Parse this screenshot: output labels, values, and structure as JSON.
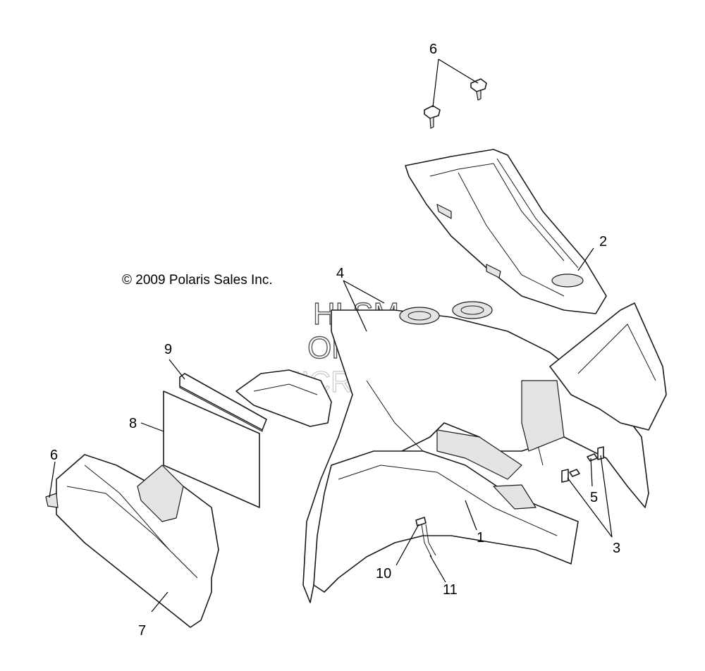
{
  "copyright": "© 2009 Polaris Sales Inc.",
  "watermark": {
    "line1": "HLSM",
    "line2": "ONLINE",
    "line3": "MICROFICHE"
  },
  "callouts": {
    "c1": "1",
    "c2": "2",
    "c3": "3",
    "c4": "4",
    "c5": "5",
    "c6_top": "6",
    "c6_left": "6",
    "c7": "7",
    "c8": "8",
    "c9": "9",
    "c10": "10",
    "c11": "11"
  }
}
